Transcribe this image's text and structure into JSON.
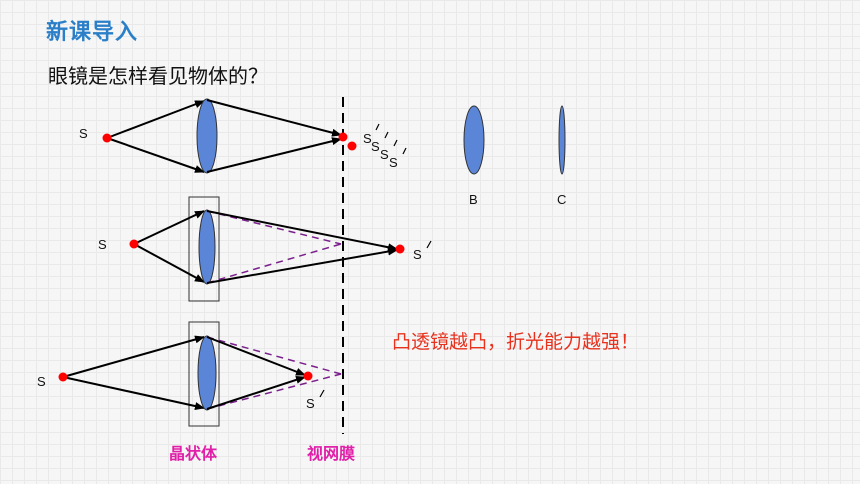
{
  "slide": {
    "title": "新课导入",
    "question": "眼镜是怎样看见物体的？",
    "conclusion": "凸透镜越凸，折光能力越强！"
  },
  "labels": {
    "object": "S",
    "image": "S",
    "image_group": [
      "S",
      "S",
      "S",
      "S"
    ],
    "lens_b": "B",
    "lens_c": "C"
  },
  "captions": {
    "crystalline_lens": "晶状体",
    "retina": "视网膜"
  },
  "colors": {
    "title": "#2a7fc8",
    "lens_fill": "#5b86d8",
    "point": "#ff0000",
    "dashed_ray": "#7a1f8c",
    "conclusion": "#e8321e",
    "caption": "#e020a8"
  }
}
